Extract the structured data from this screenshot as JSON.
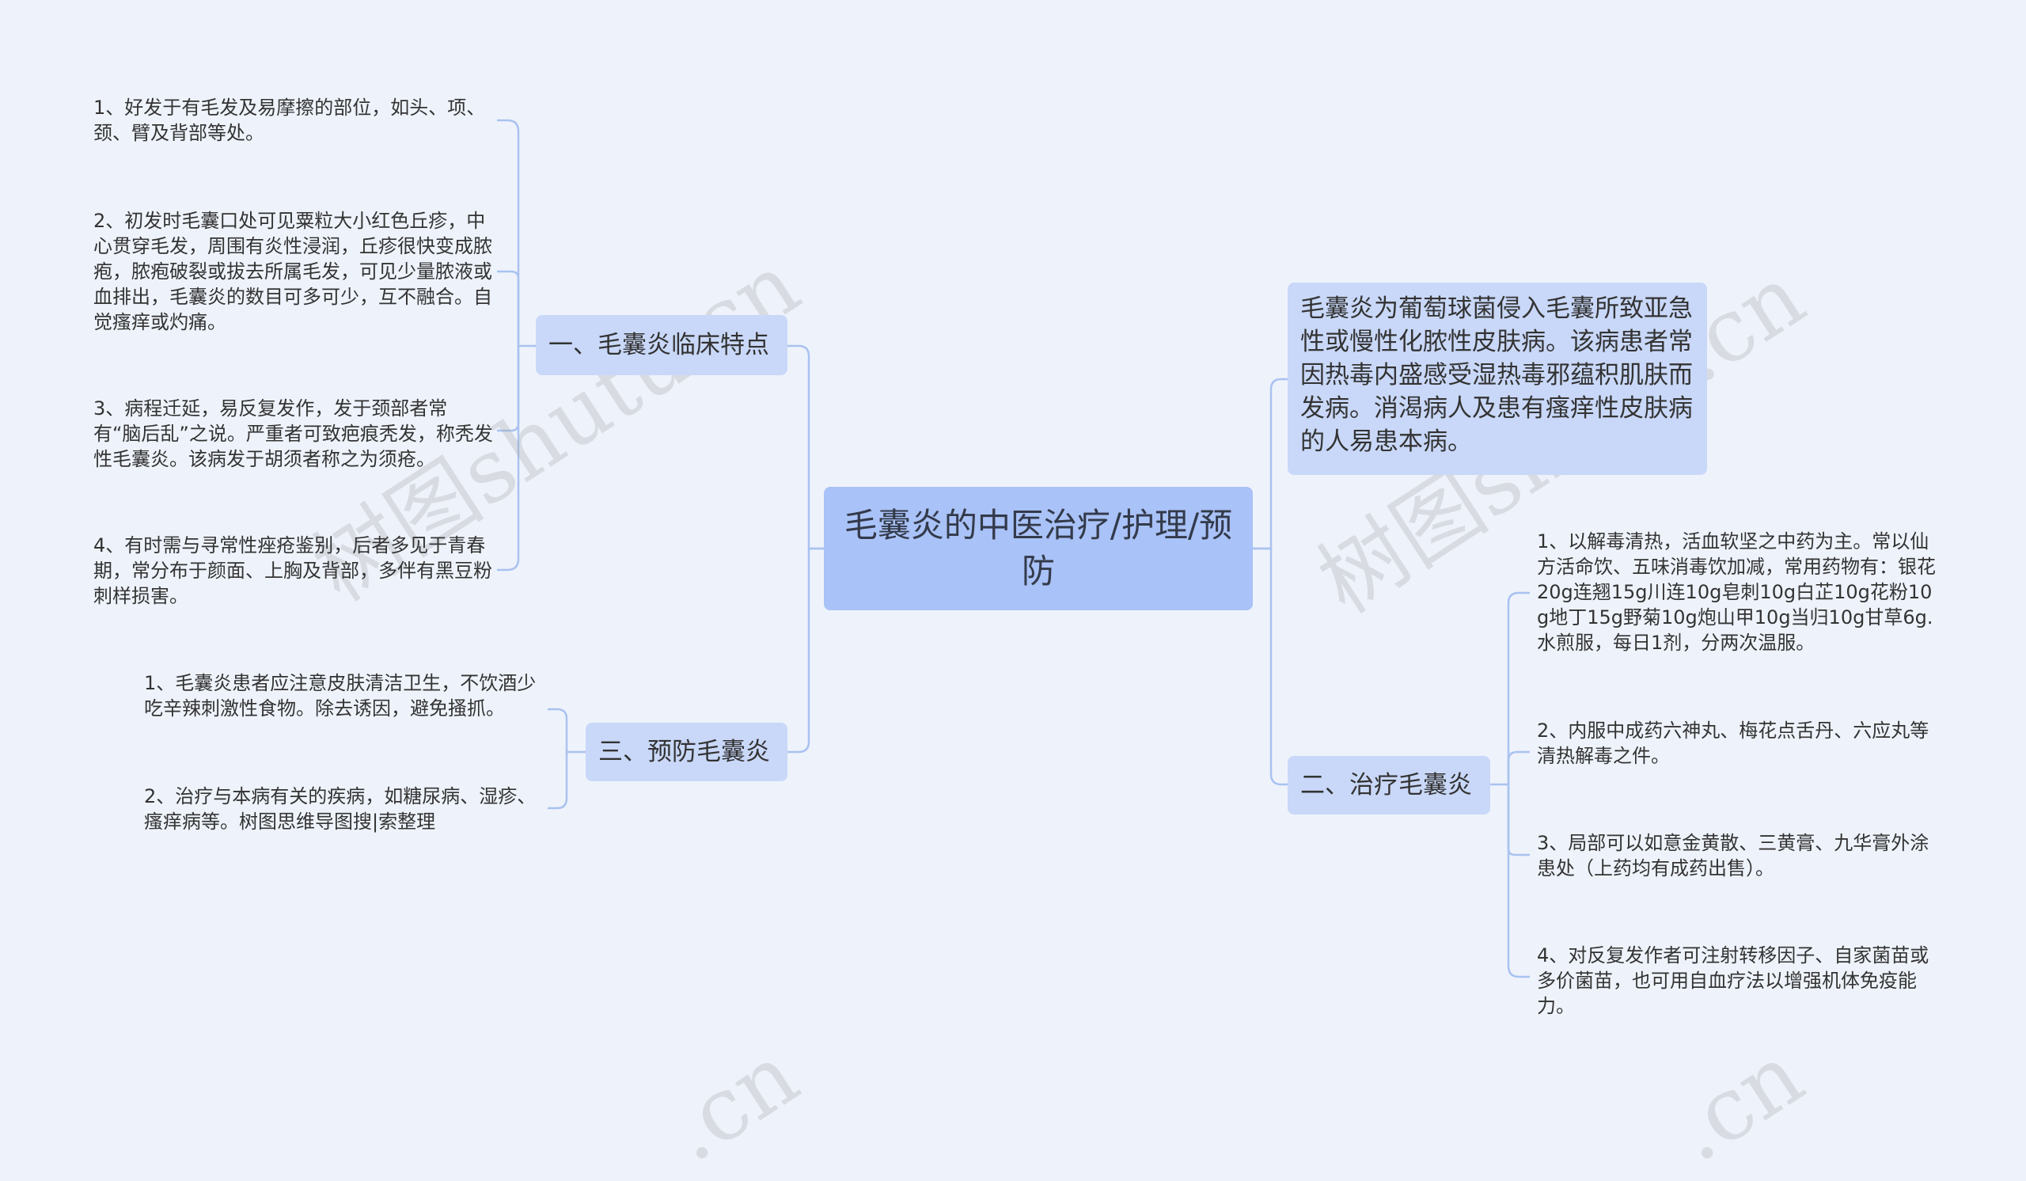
{
  "root": {
    "label": "毛囊炎的中医治疗/护理/预防"
  },
  "description": {
    "text": "毛囊炎为葡萄球菌侵入毛囊所致亚急性或慢性化脓性皮肤病。该病患者常因热毒内盛感受湿热毒邪蕴积肌肤而发病。消渴病人及患有瘙痒性皮肤病的人易患本病。"
  },
  "branch_clinical": {
    "label": "一、毛囊炎临床特点",
    "items": [
      "1、好发于有毛发及易摩擦的部位，如头、项、颈、臂及背部等处。",
      "2、初发时毛囊口处可见粟粒大小红色丘疹，中心贯穿毛发，周围有炎性浸润，丘疹很快变成脓疱，脓疱破裂或拔去所属毛发，可见少量脓液或血排出，毛囊炎的数目可多可少，互不融合。自觉瘙痒或灼痛。",
      "3、病程迁延，易反复发作，发于颈部者常有“脑后乱”之说。严重者可致疤痕秃发，称秃发性毛囊炎。该病发于胡须者称之为须疮。",
      "4、有时需与寻常性痤疮鉴别，后者多见于青春期，常分布于颜面、上胸及背部，多伴有黑豆粉刺样损害。"
    ]
  },
  "branch_prevent": {
    "label": "三、预防毛囊炎",
    "items": [
      "1、毛囊炎患者应注意皮肤清洁卫生，不饮酒少吃辛辣刺激性食物。除去诱因，避免搔抓。",
      "2、治疗与本病有关的疾病，如糖尿病、湿疹、瘙痒病等。树图思维导图搜|索整理"
    ]
  },
  "branch_treat": {
    "label": "二、治疗毛囊炎",
    "items": [
      "1、以解毒清热，活血软坚之中药为主。常以仙方活命饮、五味消毒饮加减，常用药物有：银花20g连翘15g川连10g皂刺10g白芷10g花粉10g地丁15g野菊10g炮山甲10g当归10g甘草6g.水煎服，每日1剂，分两次温服。",
      "2、内服中成药六神丸、梅花点舌丹、六应丸等清热解毒之件。",
      "3、局部可以如意金黄散、三黄膏、九华膏外涂患处（上药均有成药出售）。",
      "4、对反复发作者可注射转移因子、自家菌苗或多价菌苗，也可用自血疗法以增强机体免疫能力。"
    ]
  },
  "watermarks": [
    "树图shutu.cn",
    "树图shutu.cn",
    ".cn",
    ".cn"
  ],
  "colors": {
    "background": "#eef3fb",
    "root": "#a9c2f7",
    "node": "#c9d8f8",
    "line": "#a9c2f0"
  }
}
